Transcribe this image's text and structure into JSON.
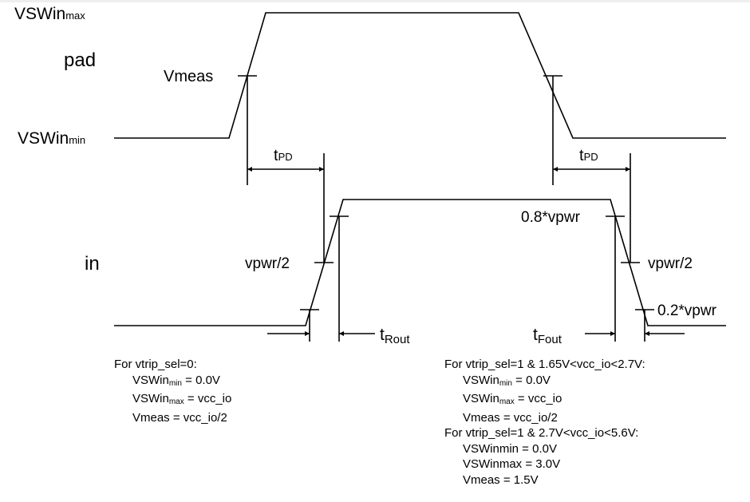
{
  "signals": {
    "pad": {
      "label": "pad",
      "high_label": "VSWin",
      "high_sub": "max",
      "low_label": "VSWin",
      "low_sub": "min",
      "meas_label": "Vmeas"
    },
    "in": {
      "label": "in",
      "mid_label": "vpwr/2",
      "high_label": "0.8*vpwr",
      "low_label": "0.2*vpwr"
    }
  },
  "timings": {
    "tpd_main": "t",
    "tpd_sub": "PD",
    "trise_main": "t",
    "trise_sub": "Rout",
    "tfall_main": "t",
    "tfall_sub": "Fout"
  },
  "notes_left": {
    "title": "For vtrip_sel=0:",
    "l1a": "VSWin",
    "l1s": "min",
    "l1b": " = 0.0V",
    "l2a": "VSWin",
    "l2s": "max",
    "l2b": " = vcc_io",
    "l3": "Vmeas = vcc_io/2"
  },
  "notes_right": {
    "title1": "For vtrip_sel=1 & 1.65V<vcc_io<2.7V:",
    "l1a": "VSWin",
    "l1s": "min",
    "l1b": " = 0.0V",
    "l2a": "VSWin",
    "l2s": "max",
    "l2b": " = vcc_io",
    "l3": "Vmeas = vcc_io/2",
    "title2": "For vtrip_sel=1 & 2.7V<vcc_io<5.6V:",
    "l4": "VSWinmin = 0.0V",
    "l5": "VSWinmax = 3.0V",
    "l6": "Vmeas = 1.5V"
  }
}
